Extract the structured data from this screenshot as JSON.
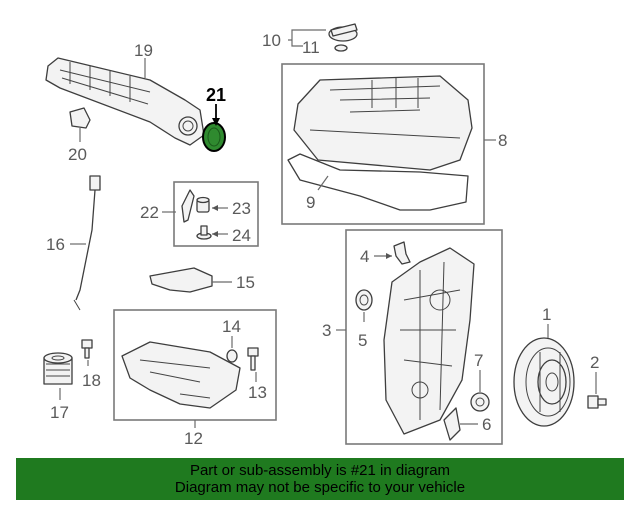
{
  "callouts": {
    "c1": "1",
    "c2": "2",
    "c3": "3",
    "c4": "4",
    "c5": "5",
    "c6": "6",
    "c7": "7",
    "c8": "8",
    "c9": "9",
    "c10": "10",
    "c11": "11",
    "c12": "12",
    "c13": "13",
    "c14": "14",
    "c15": "15",
    "c16": "16",
    "c17": "17",
    "c18": "18",
    "c19": "19",
    "c20": "20",
    "c21": "21",
    "c22": "22",
    "c23": "23",
    "c24": "24"
  },
  "highlight": {
    "part_number": "21",
    "color": "#1f7a1f"
  },
  "banner": {
    "line1": "Part or sub-assembly is #21 in diagram",
    "line2": "Diagram may not be specific to your vehicle",
    "background": "#1f7a1f"
  }
}
